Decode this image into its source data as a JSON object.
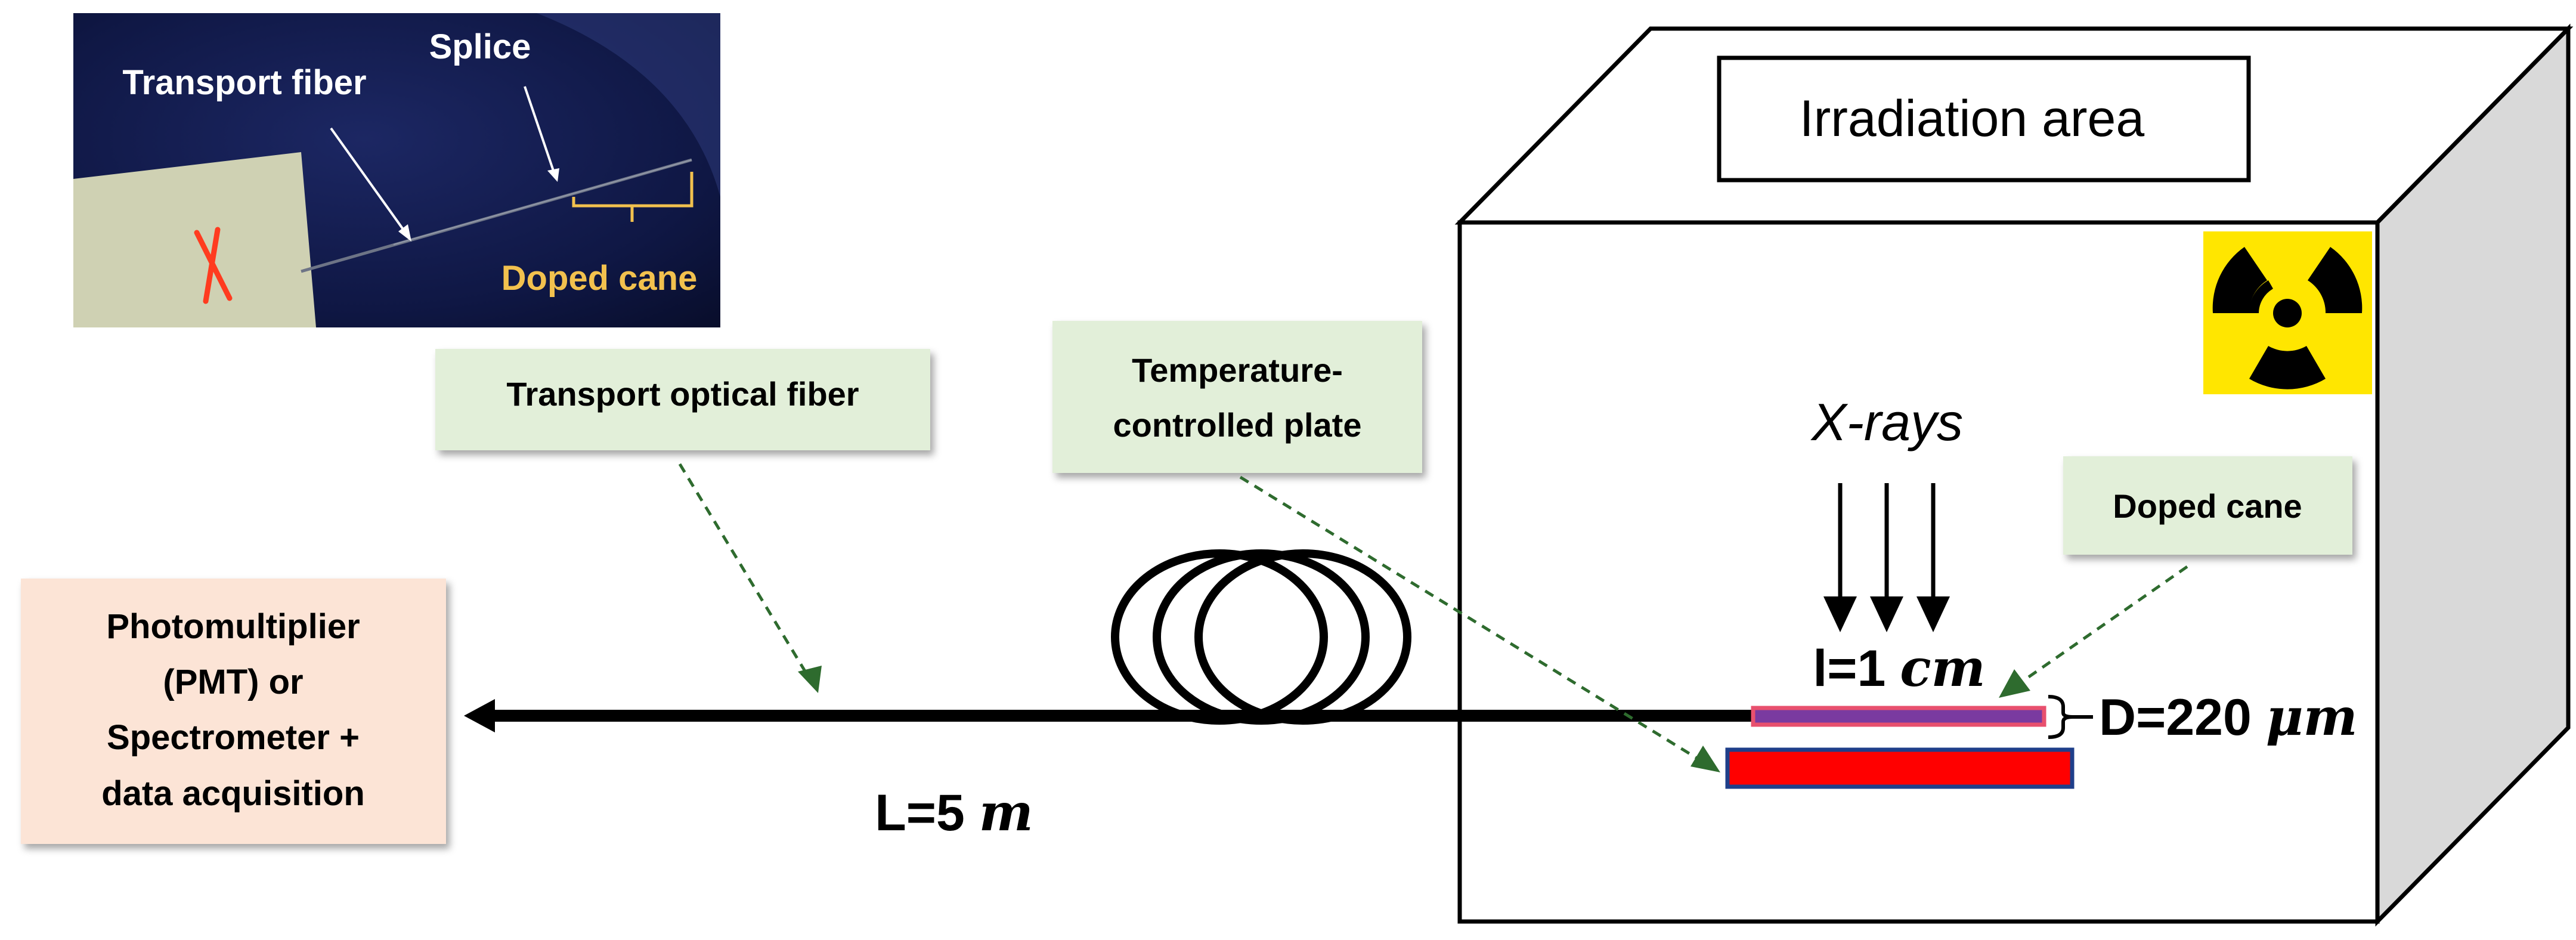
{
  "photo_inset": {
    "label_transport_fiber": "Transport fiber",
    "label_splice": "Splice",
    "label_doped_cane": "Doped cane"
  },
  "callouts": {
    "transport_optical_fiber": "Transport optical fiber",
    "temperature_plate_line1": "Temperature-",
    "temperature_plate_line2": "controlled plate",
    "doped_cane": "Doped cane"
  },
  "detector": {
    "line1": "Photomultiplier",
    "line2": "(PMT)  or",
    "line3": "Spectrometer +",
    "line4": "data acquisition"
  },
  "irradiation": {
    "area_label": "Irradiation area",
    "xrays_label": "X-rays"
  },
  "dimensions": {
    "length_prefix": "L=5 ",
    "length_unit": "m",
    "cane_length_prefix": "l=1 ",
    "cane_length_unit": "cm",
    "diameter_prefix": "D=220 ",
    "diameter_unit": "μm"
  },
  "colors": {
    "callout_bg": "#e2efd9",
    "detector_bg": "#fce4d6",
    "photo_highlight": "#f2c14e",
    "cane_fill": "#7a3aa0",
    "cane_border": "#e8506e",
    "plate_fill": "#ff0000",
    "plate_border": "#1f3f8a",
    "hazard_bg": "#ffe600",
    "leader_green": "#2e6b2e"
  },
  "icons": {
    "radiation": "radiation-hazard-icon",
    "coil": "fiber-coil-icon"
  }
}
